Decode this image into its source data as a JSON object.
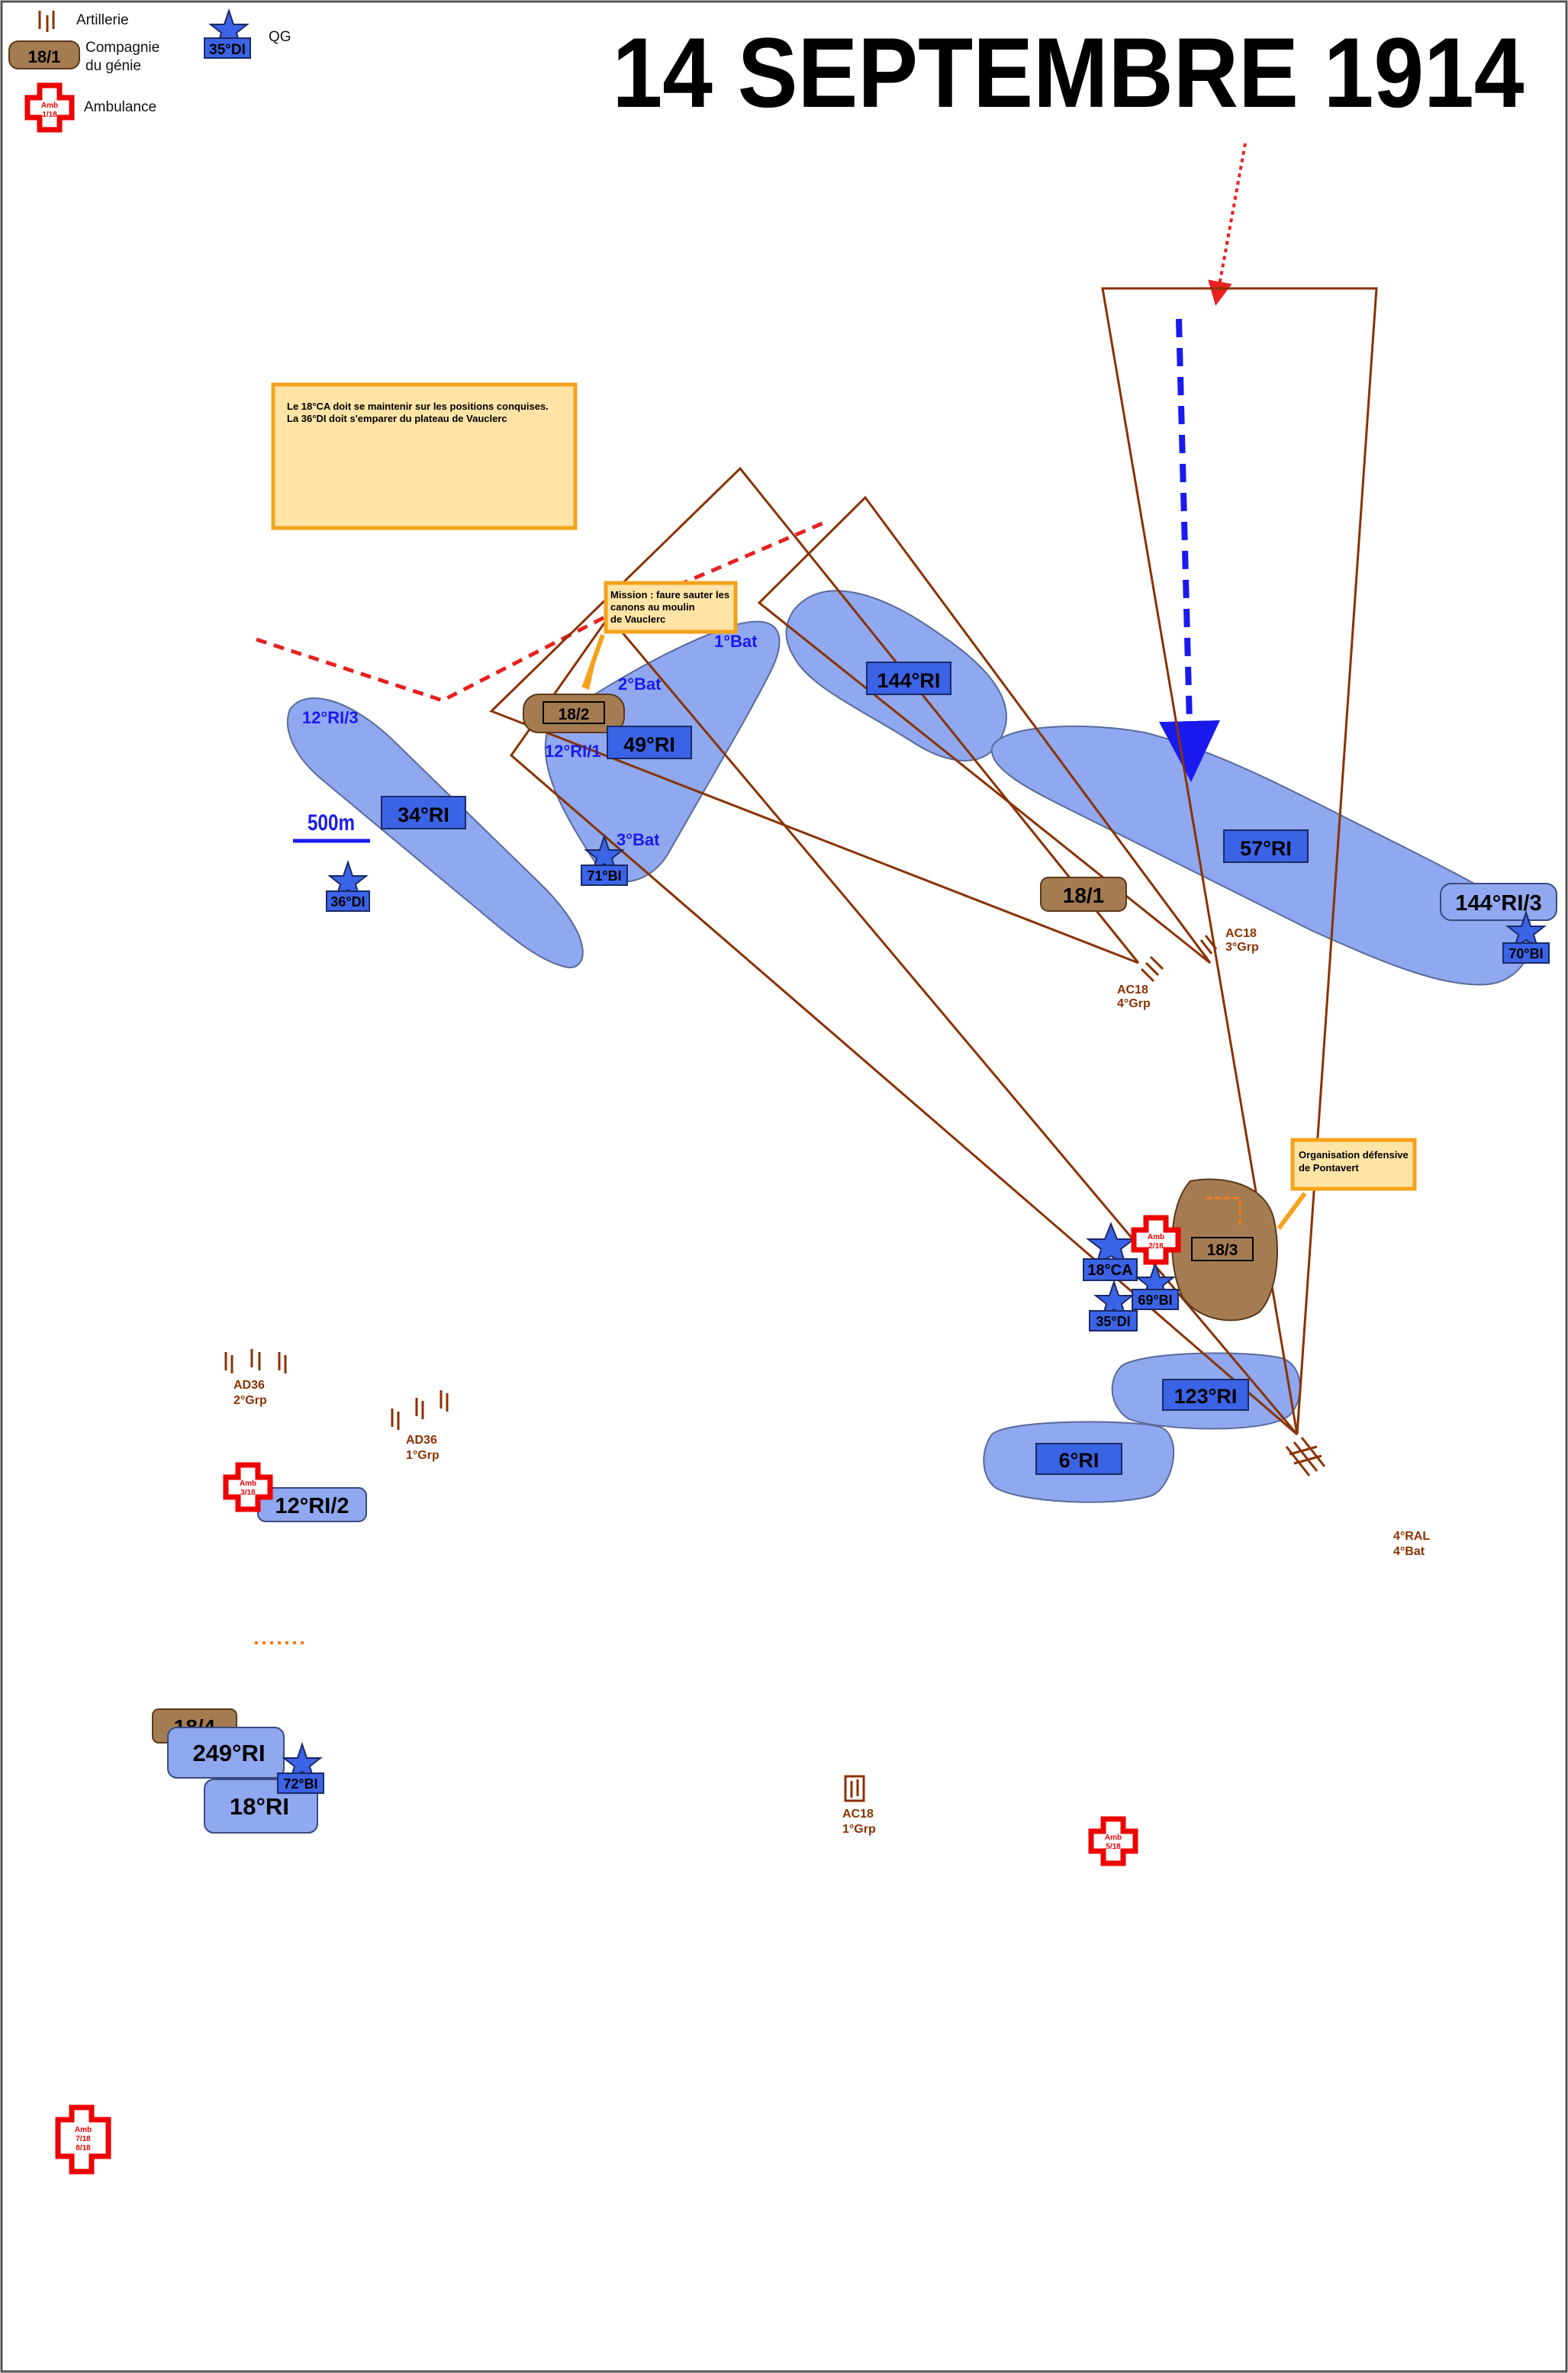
{
  "title": "14 SEPTEMBRE 1914",
  "legend": {
    "artillery": "Artillerie",
    "genie_box": "18/1",
    "genie": "Compagnie",
    "genie_line2": "du génie",
    "qg_box": "35°DI",
    "qg": "QG",
    "amb_badge": "Amb",
    "amb_badge2": "1/18",
    "ambulance": "Ambulance"
  },
  "notes": {
    "orders_line1": "Le 18°CA doit se maintenir sur les positions conquises.",
    "orders_line2": "La 36°DI doit s'emparer du plateau de Vauclerc",
    "mission_line1": "Mission : faure sauter les",
    "mission_line2": "canons au moulin",
    "mission_line3": "de Vauclerc",
    "defense_line1": "Organisation défensive",
    "defense_line2": "de Pontavert"
  },
  "units": {
    "ri34": "34°RI",
    "ri49": "49°RI",
    "ri144": "144°RI",
    "ri57": "57°RI",
    "ri144_3": "144°RI/3",
    "ri123": "123°RI",
    "ri6": "6°RI",
    "ri12_2": "12°RI/2",
    "ri249": "249°RI",
    "ri18": "18°RI"
  },
  "blue_labels": {
    "ri12_3": "12°RI/3",
    "ri12_1": "12°RI/1",
    "bat1": "1°Bat",
    "bat2": "2°Bat",
    "bat3": "3°Bat",
    "scale": "500m"
  },
  "hq": {
    "di36": "36°DI",
    "bi71": "71°BI",
    "bi70": "70°BI",
    "ca18": "18°CA",
    "bi69": "69°BI",
    "di35": "35°DI",
    "bi72": "72°BI"
  },
  "genie": {
    "g18_2": "18/2",
    "g18_1": "18/1",
    "g18_3": "18/3",
    "g18_4": "18/4"
  },
  "artillery": {
    "ac18_3_a": "AC18",
    "ac18_3_b": "3°Grp",
    "ac18_4_a": "AC18",
    "ac18_4_b": "4°Grp",
    "ad36_2_a": "AD36",
    "ad36_2_b": "2°Grp",
    "ad36_1_a": "AD36",
    "ad36_1_b": "1°Grp",
    "ac18_1_a": "AC18",
    "ac18_1_b": "1°Grp",
    "ral4_a": "4°RAL",
    "ral4_b": "4°Bat"
  },
  "ambulances": {
    "a2_1": "Amb",
    "a2_2": "2/18",
    "a3_1": "Amb",
    "a3_2": "3/18",
    "a5_1": "Amb",
    "a5_2": "5/18",
    "a7_1": "Amb",
    "a7_2": "7/18",
    "a7_3": "8/18"
  },
  "colors": {
    "zone": "#8fa8f0",
    "unit_box": "#3b63e6",
    "fire_line": "#8a3200",
    "front_line": "#e82020",
    "note_border": "#f5a21a",
    "ambulance": "#ee0000",
    "genie": "#a57c52"
  }
}
